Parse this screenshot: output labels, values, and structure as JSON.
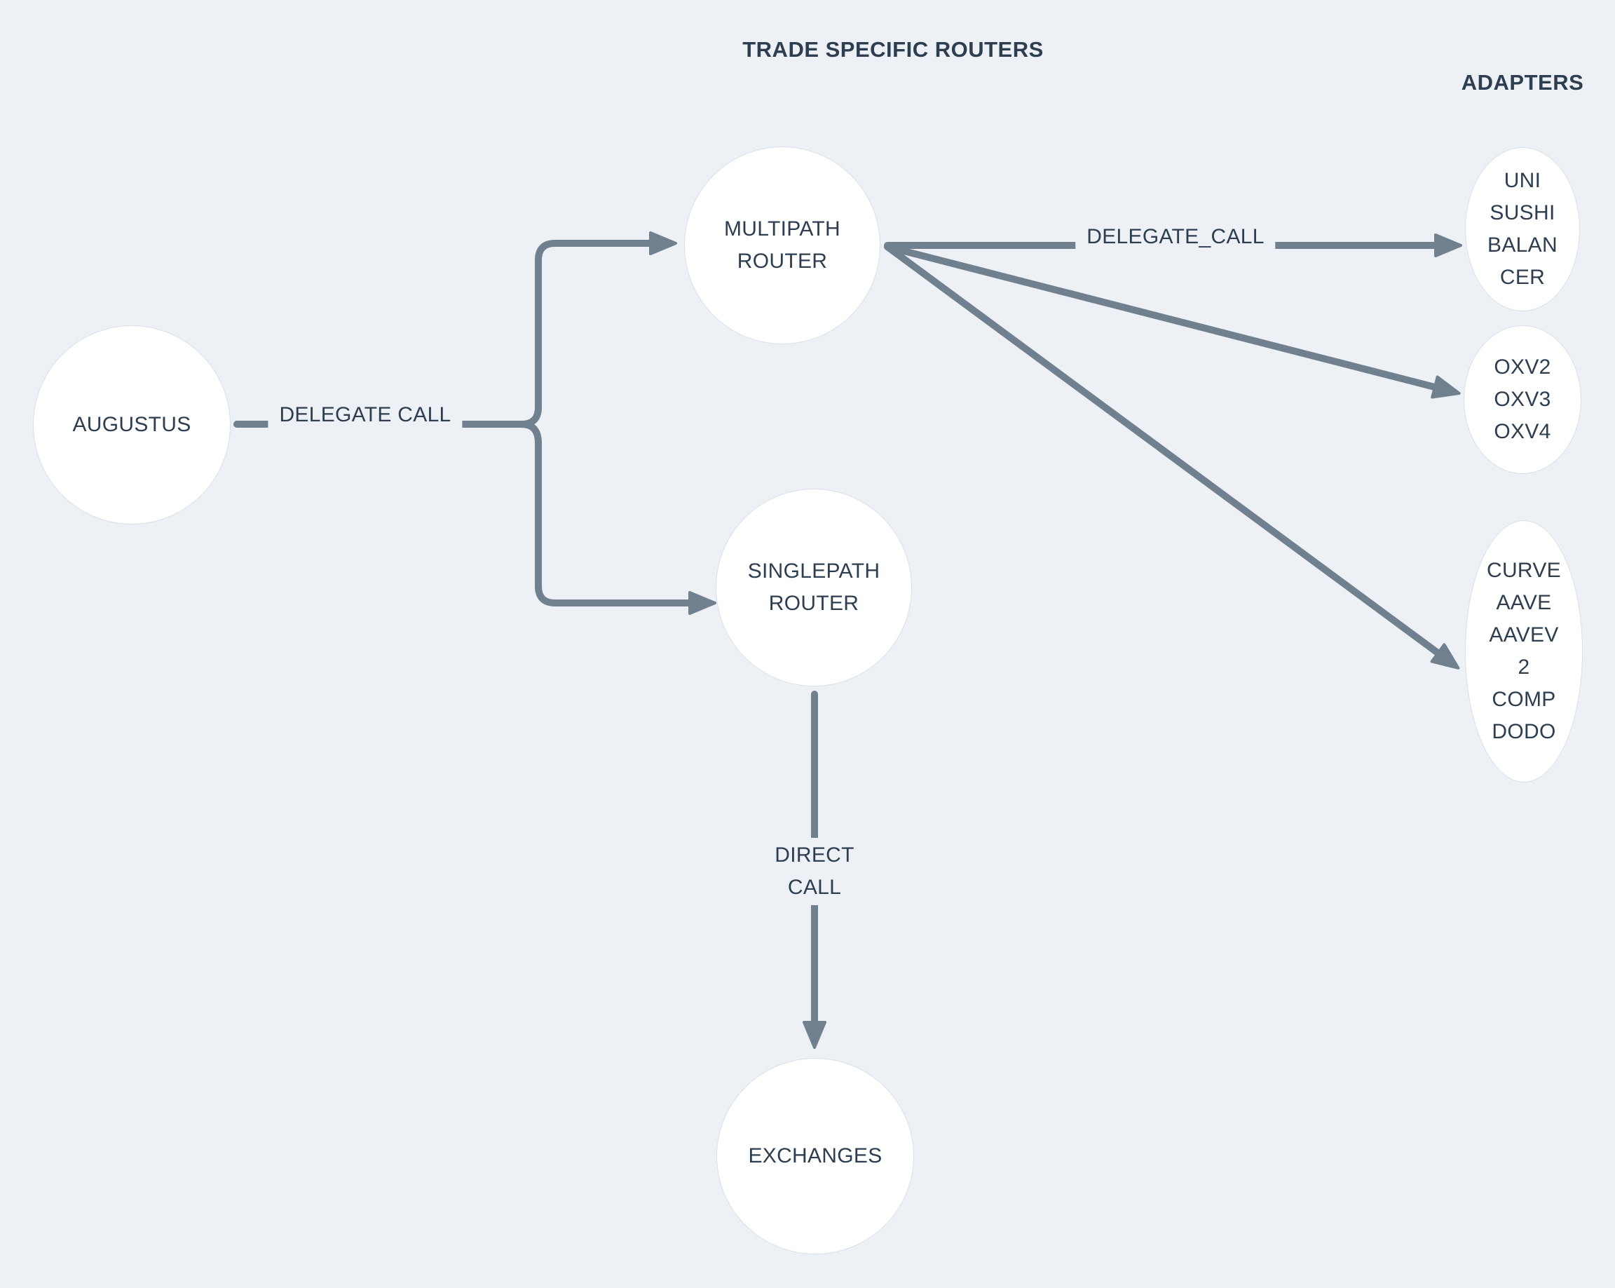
{
  "titles": {
    "routers": "TRADE SPECIFIC ROUTERS",
    "adapters": "ADAPTERS"
  },
  "nodes": {
    "augustus": {
      "label": "AUGUSTUS"
    },
    "multipath": {
      "label": "MULTIPATH\nROUTER"
    },
    "singlepath": {
      "label": "SINGLEPATH\nROUTER"
    },
    "exchanges": {
      "label": "EXCHANGES"
    },
    "adapter_uni": {
      "label": "UNI\nSUSHI\nBALAN\nCER"
    },
    "adapter_oxv": {
      "label": "OXV2\nOXV3\nOXV4"
    },
    "adapter_curve": {
      "label": "CURVE\nAAVE\nAAVEV\n2\nCOMP\nDODO"
    }
  },
  "edge_labels": {
    "delegate_call": "DELEGATE CALL",
    "delegate_call_underscore": "DELEGATE_CALL",
    "direct_call": "DIRECT\nCALL"
  },
  "colors": {
    "background": "#edf0f4",
    "node_fill": "#ffffff",
    "edge": "#71808e",
    "text": "#2d3e50"
  }
}
